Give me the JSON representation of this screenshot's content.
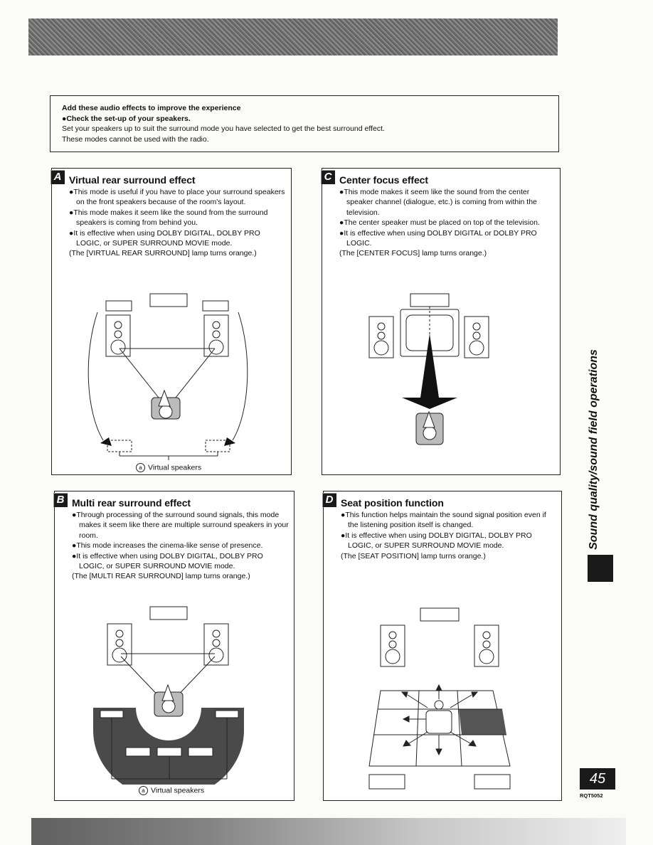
{
  "intro": {
    "heading": "Add these audio effects to improve the experience",
    "bullet": "●Check the set-up of your speakers.",
    "line1": "Set your speakers up to suit the surround mode you have selected to get the best surround effect.",
    "line2": "These modes cannot be used with the radio."
  },
  "panels": {
    "a": {
      "badge": "A",
      "title": "Virtual rear surround effect",
      "items": [
        "●This mode is useful if you have to place your surround speakers on the front speakers because of the room's layout.",
        "●This mode makes it seem like the sound from the surround speakers is coming from behind you.",
        "●It is effective when using DOLBY DIGITAL, DOLBY PRO LOGIC, or SUPER SURROUND MOVIE mode."
      ],
      "note": "(The [VIRTUAL REAR SURROUND] lamp turns orange.)",
      "label_mark": "a",
      "label": "Virtual speakers"
    },
    "b": {
      "badge": "B",
      "title": "Multi rear surround effect",
      "items": [
        "●Through processing of the surround sound signals, this mode makes it seem like there are multiple surround speakers in your room.",
        "●This mode increases the cinema-like sense of presence.",
        "●It is effective when using DOLBY DIGITAL, DOLBY PRO LOGIC, or SUPER SURROUND MOVIE mode."
      ],
      "note": "(The [MULTI REAR SURROUND] lamp turns orange.)",
      "label_mark": "a",
      "label": "Virtual speakers"
    },
    "c": {
      "badge": "C",
      "title": "Center focus effect",
      "items": [
        "●This mode makes it seem like the sound from the center speaker channel (dialogue, etc.) is coming from within the television.",
        "●The center speaker must be placed on top of the television.",
        "●It is effective when using DOLBY DIGITAL or DOLBY PRO LOGIC."
      ],
      "note": "(The [CENTER FOCUS] lamp turns orange.)"
    },
    "d": {
      "badge": "D",
      "title": "Seat position function",
      "items": [
        "●This function helps maintain the sound signal position even if the listening position itself is changed.",
        "●It is effective when using DOLBY DIGITAL, DOLBY PRO LOGIC, or SUPER SURROUND MOVIE mode."
      ],
      "note": "(The [SEAT POSITION] lamp turns orange.)"
    }
  },
  "side_title": "Sound quality/sound field operations",
  "page_number": "45",
  "doc_code": "RQT5052"
}
